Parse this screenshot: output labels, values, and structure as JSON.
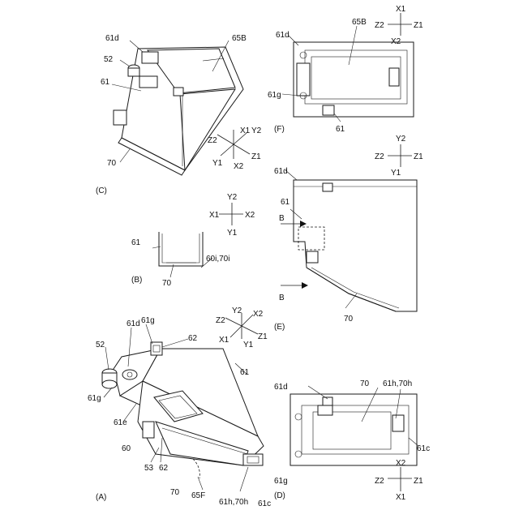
{
  "views": {
    "A": {
      "label": "(A)",
      "refs": [
        "52",
        "61d",
        "61g",
        "62",
        "61g",
        "61e",
        "60",
        "53",
        "62",
        "61",
        "70",
        "65F",
        "61h,70h",
        "61c"
      ],
      "axes": {
        "x1": "X1",
        "x2": "X2",
        "y1": "Y1",
        "y2": "Y2",
        "z1": "Z1",
        "z2": "Z2"
      }
    },
    "B": {
      "label": "(B)",
      "refs": [
        "61",
        "70",
        "60i,70i"
      ],
      "axes": {
        "x1": "X1",
        "x2": "X2",
        "y1": "Y1",
        "y2": "Y2"
      }
    },
    "C": {
      "label": "(C)",
      "refs": [
        "61d",
        "52",
        "61",
        "65B",
        "70"
      ],
      "axes": {
        "x1": "X1",
        "x2": "X2",
        "y1": "Y1",
        "y2": "Y2",
        "z1": "Z1",
        "z2": "Z2"
      }
    },
    "D": {
      "label": "(D)",
      "refs": [
        "61d",
        "61g",
        "70",
        "61h,70h",
        "61c"
      ],
      "axes": {
        "x1": "X1",
        "x2": "X2",
        "z1": "Z1",
        "z2": "Z2"
      }
    },
    "E": {
      "label": "(E)",
      "refs": [
        "61d",
        "61",
        "B",
        "B",
        "70"
      ],
      "axes": {
        "y1": "Y1",
        "y2": "Y2",
        "z1": "Z1",
        "z2": "Z2"
      }
    },
    "F": {
      "label": "(F)",
      "refs": [
        "61d",
        "65B",
        "61g",
        "61"
      ],
      "axes": {
        "x1": "X1",
        "x2": "X2",
        "z1": "Z1",
        "z2": "Z2"
      }
    }
  }
}
